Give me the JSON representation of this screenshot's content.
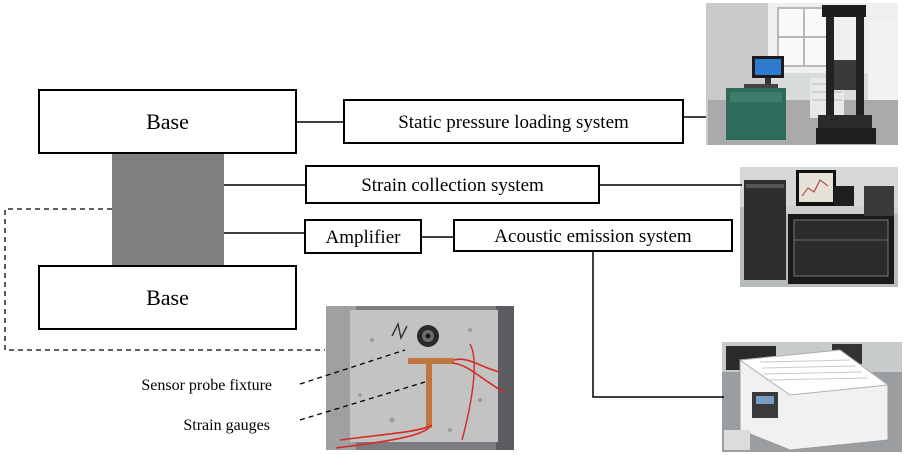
{
  "boxes": {
    "base_top": "Base",
    "base_bottom": "Base",
    "static_pressure": "Static pressure loading system",
    "strain_collection": "Strain collection system",
    "amplifier": "Amplifier",
    "acoustic_emission": "Acoustic emission system"
  },
  "annotations": {
    "sensor_probe": "Sensor probe fixture",
    "strain_gauges": "Strain gauges"
  },
  "colors": {
    "specimen": "#808080",
    "line": "#000000"
  }
}
